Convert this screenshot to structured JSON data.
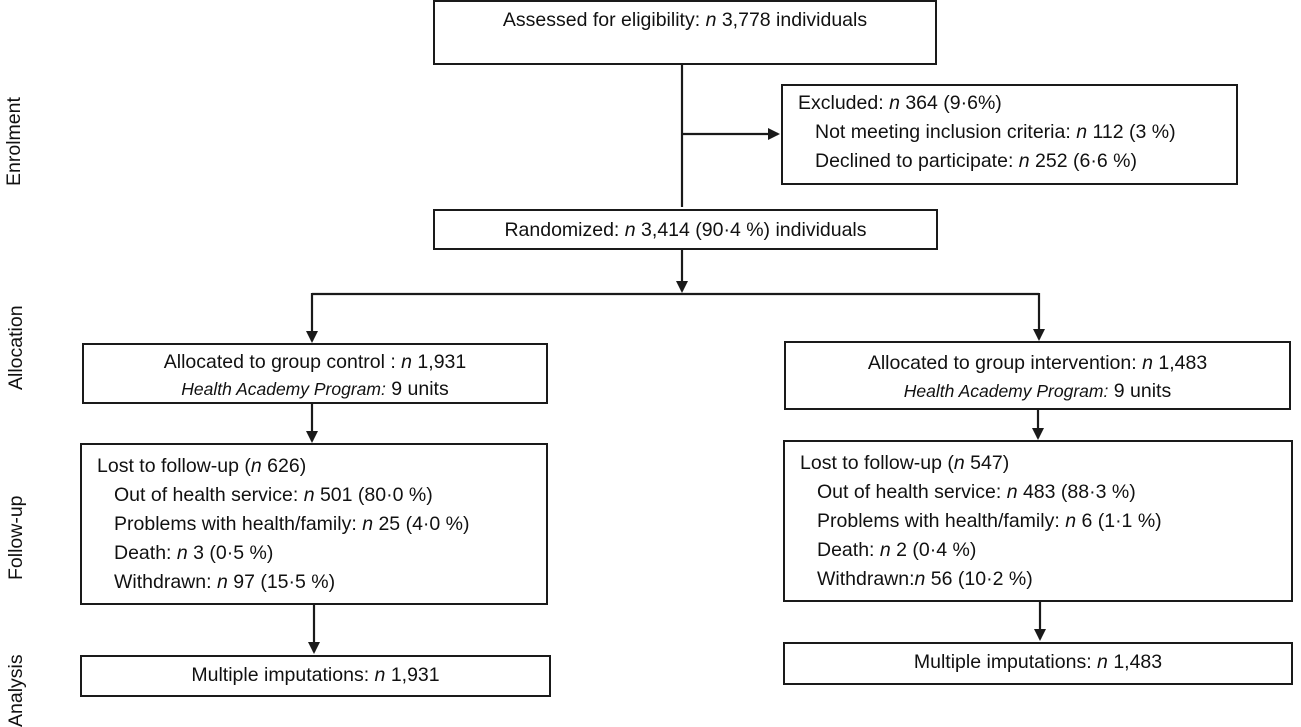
{
  "stages": {
    "enrolment": "Enrolment",
    "allocation": "Allocation",
    "followup": "Follow-up",
    "analysis": "Analysis"
  },
  "assessed": {
    "prefix": "Assessed for eligibility: ",
    "n": "n",
    "rest": " 3,778 individuals"
  },
  "excluded": {
    "title": {
      "prefix": "Excluded: ",
      "n": "n",
      "rest": " 364 (9·6%)"
    },
    "items": [
      {
        "prefix": "Not meeting inclusion criteria: ",
        "n": "n",
        "rest": " 112 (3 %)"
      },
      {
        "prefix": "Declined to participate: ",
        "n": "n",
        "rest": " 252 (6·6 %)"
      }
    ]
  },
  "randomized": {
    "prefix": "Randomized: ",
    "n": "n",
    "rest": " 3,414 (90·4 %) individuals"
  },
  "control": {
    "allocated": {
      "prefix": "Allocated to group control : ",
      "n": "n",
      "rest": " 1,931"
    },
    "program": {
      "label": "Health Academy Program:",
      "value": " 9 units"
    },
    "lost": {
      "title": {
        "prefix": "Lost to follow-up (",
        "n": "n",
        "rest": " 626)"
      },
      "items": [
        {
          "prefix": "Out of health service: ",
          "n": "n",
          "rest": " 501 (80·0 %)"
        },
        {
          "prefix": "Problems with health/family: ",
          "n": "n",
          "rest": " 25 (4·0 %)"
        },
        {
          "prefix": "Death: ",
          "n": "n",
          "rest": " 3 (0·5 %)"
        },
        {
          "prefix": "Withdrawn: ",
          "n": "n",
          "rest": " 97 (15·5 %)"
        }
      ]
    },
    "analysis": {
      "prefix": "Multiple imputations: ",
      "n": "n",
      "rest": " 1,931"
    }
  },
  "intervention": {
    "allocated": {
      "prefix": "Allocated to group intervention: ",
      "n": "n",
      "rest": " 1,483"
    },
    "program": {
      "label": "Health Academy Program:",
      "value": " 9 units"
    },
    "lost": {
      "title": {
        "prefix": "Lost to follow-up (",
        "n": "n",
        "rest": " 547)"
      },
      "items": [
        {
          "prefix": "Out of health service: ",
          "n": "n",
          "rest": " 483 (88·3 %)"
        },
        {
          "prefix": "Problems with health/family: ",
          "n": "n",
          "rest": " 6 (1·1 %)"
        },
        {
          "prefix": "Death: ",
          "n": "n",
          "rest": " 2 (0·4 %)"
        },
        {
          "prefix": "Withdrawn:",
          "n": "n",
          "rest": " 56 (10·2 %)"
        }
      ]
    },
    "analysis": {
      "prefix": "Multiple imputations: ",
      "n": "n",
      "rest": " 1,483"
    }
  }
}
